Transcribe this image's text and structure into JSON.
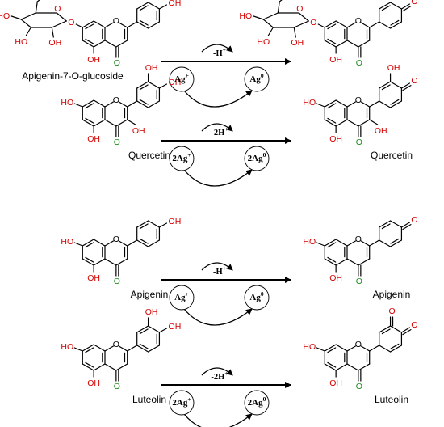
{
  "reactions": [
    {
      "left_name": "Apigenin-7-O-glucoside",
      "right_name": "",
      "proton": "-H",
      "proton_sup": "+",
      "oxidant": "Ag",
      "oxidant_sup": "+",
      "reduced": "Ag",
      "reduced_sup": "0"
    },
    {
      "left_name": "Quercetin",
      "right_name": "Quercetin",
      "proton": "-2H",
      "proton_sup": "+",
      "oxidant": "2Ag",
      "oxidant_sup": "+",
      "reduced": "2Ag",
      "reduced_sup": "0"
    },
    {
      "left_name": "Apigenin",
      "right_name": "Apigenin",
      "proton": "-H",
      "proton_sup": "+",
      "oxidant": "Ag",
      "oxidant_sup": "+",
      "reduced": "Ag",
      "reduced_sup": "0"
    },
    {
      "left_name": "Luteolin",
      "right_name": "Luteolin",
      "proton": "-2H",
      "proton_sup": "+",
      "oxidant": "2Ag",
      "oxidant_sup": "+",
      "reduced": "2Ag",
      "reduced_sup": "0"
    }
  ],
  "atoms": {
    "OH": "OH",
    "HO": "HO",
    "O": "O"
  },
  "colors": {
    "oxygen": "#d40000",
    "carbonyl_oxygen": "#1a8c1a",
    "bond": "#000000"
  }
}
